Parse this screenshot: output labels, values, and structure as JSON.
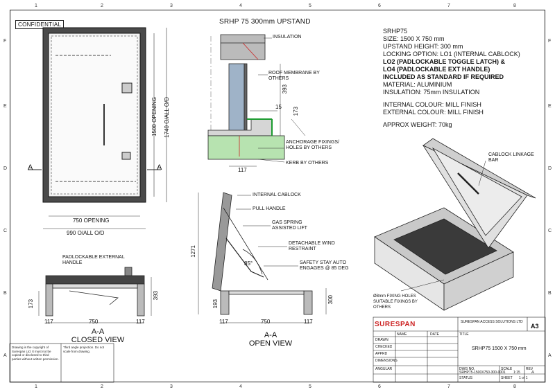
{
  "zones": {
    "top": [
      "1",
      "2",
      "3",
      "4",
      "5",
      "6",
      "7",
      "8"
    ],
    "side": [
      "F",
      "E",
      "D",
      "C",
      "B",
      "A"
    ]
  },
  "confidential_label": "CONFIDENTIAL",
  "drawing_title": "SRHP 75 300mm UPSTAND",
  "specs": {
    "model": "SRHP75",
    "size": "SIZE: 1500 X 750 mm",
    "upstand": "UPSTAND HEIGHT: 300 mm",
    "locking": "LOCKING OPTION: LO1 (INTERNAL CABLOCK)",
    "lo2": "LO2 (PADLOCKABLE TOGGLE LATCH) &",
    "lo4": "LO4 (PADLOCKABLE EXT HANDLE)",
    "included": "INCLUDED AS STANDARD IF REQUIRED",
    "material": "MATERIAL: ALUMINIUM",
    "insulation": "INSULATION: 75mm INSULATION",
    "internal_colour": "INTERNAL COLOUR: MILL FINISH",
    "external_colour": "EXTERNAL COLOUR: MILL FINISH",
    "weight": "APPROX WEIGHT: 70kg"
  },
  "plan_view": {
    "dim_opening_w": "750 OPENING",
    "dim_overall_w": "990 O/ALL O/D",
    "dim_opening_h": "1500 OPENING",
    "dim_overall_h": "1740 O/ALL O/D",
    "section_mark": "A"
  },
  "detail_view": {
    "insulation": "INSULATION",
    "roof_membrane": "ROOF MEMBRANE BY OTHERS",
    "dim_393": "393",
    "dim_173": "173",
    "dim_15": "15",
    "anchorage": "ANCHORAGE FIXINGS/ HOLES BY OTHERS",
    "kerb": "KERB BY OTHERS",
    "dim_117": "117"
  },
  "closed_view": {
    "padlockable": "PADLOCKABLE EXTERNAL HANDLE",
    "dim_173": "173",
    "dim_393": "393",
    "dim_117_left": "117",
    "dim_750": "750",
    "dim_117_right": "117",
    "name": "A-A",
    "subtitle": "CLOSED VIEW"
  },
  "open_view": {
    "internal_cablock": "INTERNAL CABLOCK",
    "pull_handle": "PULL HANDLE",
    "gas_spring": "GAS SPRING ASSISTED LIFT",
    "detachable": "DETACHABLE WIND RESTRAINT",
    "safety_stay": "SAFETY STAY AUTO ENGAGES @ 85 DEG",
    "angle": "85°",
    "dim_1271": "1271",
    "dim_193": "193",
    "dim_300": "300",
    "dim_117_left": "117",
    "dim_750": "750",
    "dim_117_right": "117",
    "name": "A-A",
    "subtitle": "OPEN VIEW"
  },
  "iso_view": {
    "cablock": "CABLOCK LINKAGE BAR",
    "fixing_holes": "Ø8mm FIXING HOLES SUITABLE FIXINGS BY OTHERS"
  },
  "title_block": {
    "brand": "SURESPAN",
    "company": "SURESPAN ACCESS SOLUTIONS LTD",
    "sheet_size": "A3",
    "title_label": "TITLE",
    "title_value": "SRHP75 1500 X 750 mm",
    "rows": [
      "DRAWN",
      "CHECKED",
      "APPRD",
      "DIMENSIONS",
      "ANGULAR"
    ],
    "name_col": "NAME",
    "date_col": "DATE",
    "dwg_no_label": "DWG NO.",
    "dwg_no": "SRHP75-1500X750-300-0001",
    "scale_label": "SCALE",
    "scale_value": "1:15",
    "rev_label": "REV",
    "rev_value": "A",
    "status_label": "STATUS",
    "sheet_label": "SHEET",
    "sheet_value": "1 of 1"
  },
  "notes_left": "Drawing is the copyright of Surespan Ltd. It must not be copied or disclosed to third parties without written permission.",
  "notes_right": "Third angle projection. Do not scale from drawing."
}
